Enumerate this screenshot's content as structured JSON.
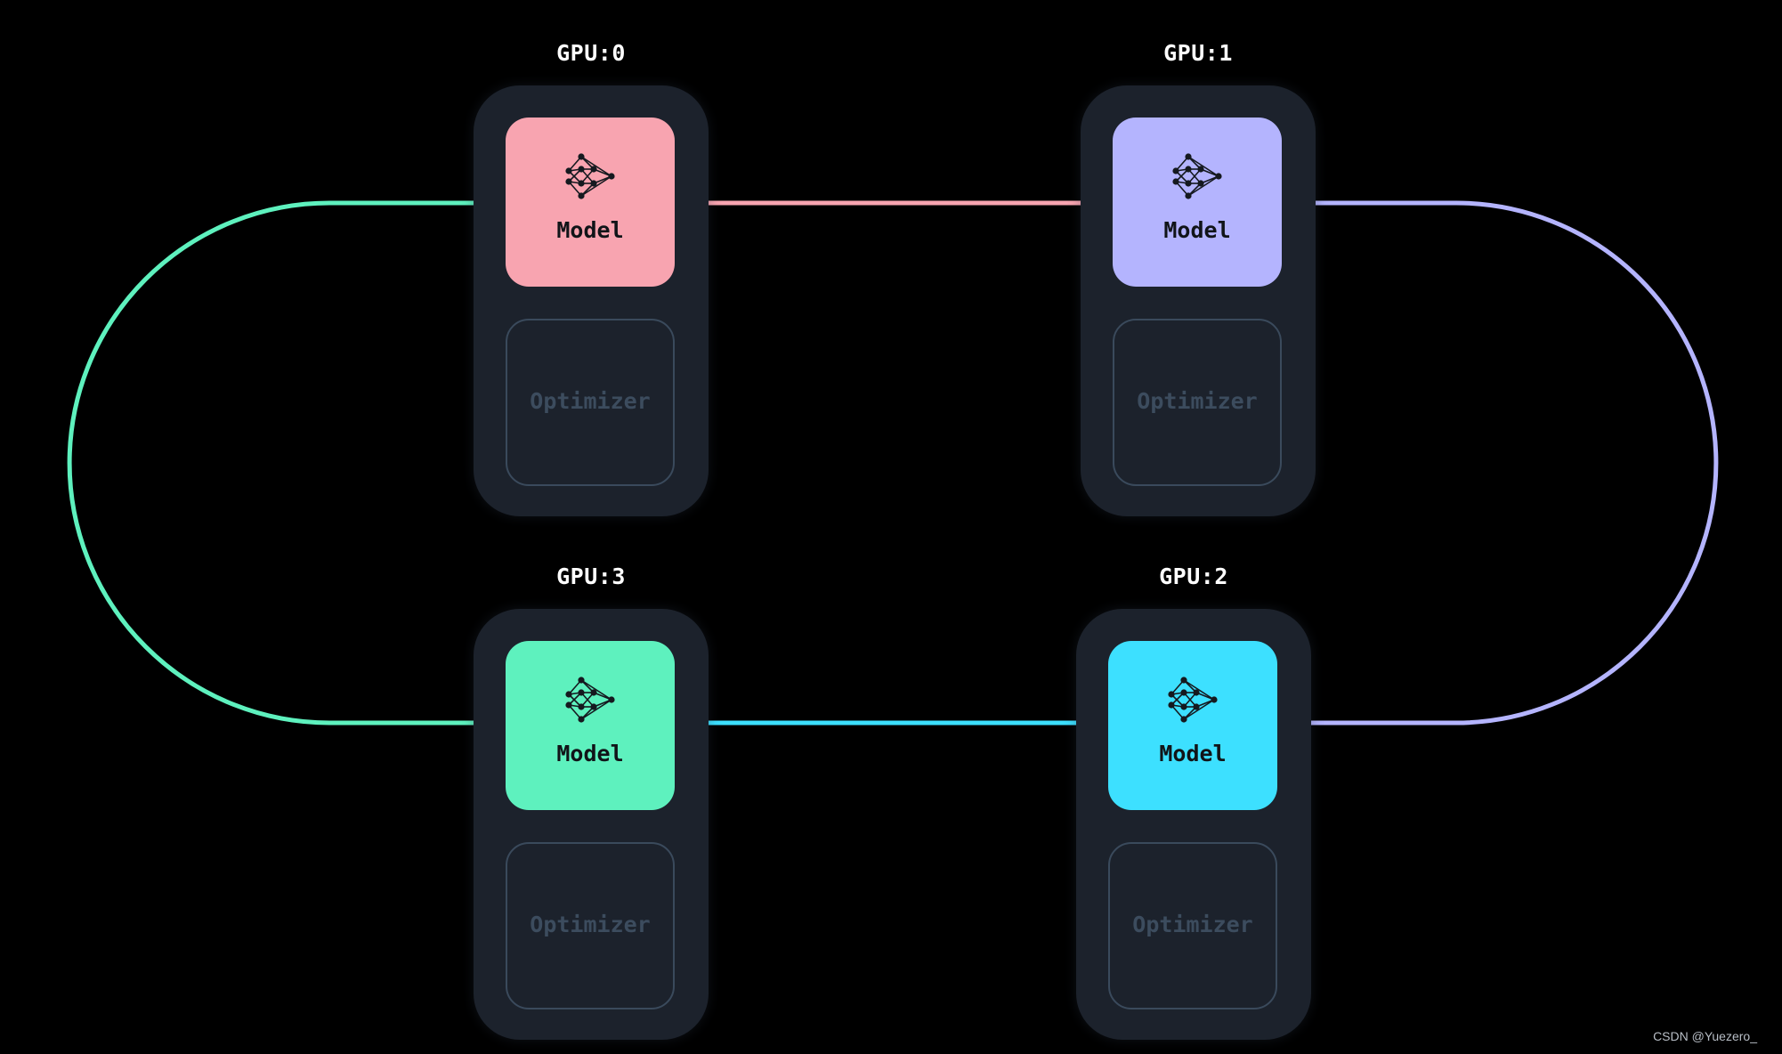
{
  "gpus": [
    {
      "label": "GPU:0",
      "model_label": "Model",
      "optimizer_label": "Optimizer",
      "model_color": "#f8a4b0"
    },
    {
      "label": "GPU:1",
      "model_label": "Model",
      "optimizer_label": "Optimizer",
      "model_color": "#b4b4fe"
    },
    {
      "label": "GPU:3",
      "model_label": "Model",
      "optimizer_label": "Optimizer",
      "model_color": "#5ef1be"
    },
    {
      "label": "GPU:2",
      "model_label": "Model",
      "optimizer_label": "Optimizer",
      "model_color": "#3de0ff"
    }
  ],
  "links": {
    "gpu0_to_gpu1": "#f8a4b0",
    "gpu1_to_gpu2": "#b4b4fe",
    "gpu2_to_gpu3": "#3de0ff",
    "gpu3_to_gpu0": "#5ef1be"
  },
  "icon": "neural-network-icon",
  "watermark": "CSDN @Yuezero_"
}
